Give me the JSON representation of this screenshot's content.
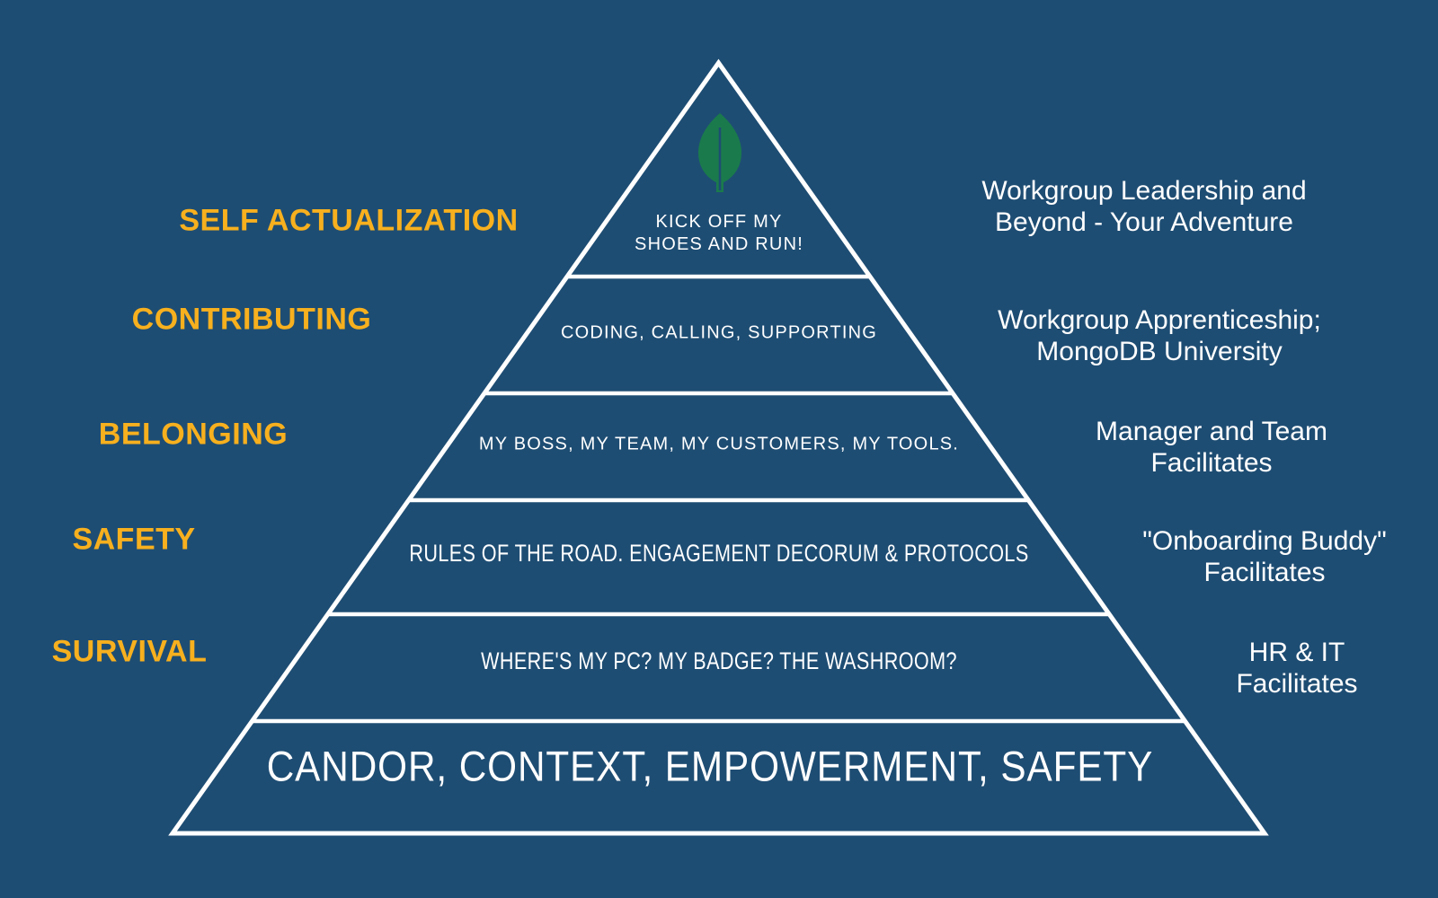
{
  "title": "Onboarding hierarchy of needs pyramid",
  "colors": {
    "background": "#1e4d73",
    "accent_yellow": "#f7b01e",
    "leaf_green": "#1a7a4c",
    "line_white": "#ffffff"
  },
  "icons": {
    "leaf": "mongodb-leaf-icon"
  },
  "levels": [
    {
      "name": "SELF ACTUALIZATION",
      "inside_line1": "KICK OFF MY",
      "inside_line2": "SHOES AND RUN!",
      "right_line1": "Workgroup Leadership and",
      "right_line2": "Beyond - Your Adventure"
    },
    {
      "name": "CONTRIBUTING",
      "inside": "CODING, CALLING, SUPPORTING",
      "right_line1": "Workgroup Apprenticeship;",
      "right_line2": "MongoDB University"
    },
    {
      "name": "BELONGING",
      "inside": "MY BOSS, MY TEAM, MY CUSTOMERS, MY TOOLS.",
      "right_line1": "Manager and Team",
      "right_line2": "Facilitates"
    },
    {
      "name": "SAFETY",
      "inside": "RULES OF THE ROAD. ENGAGEMENT DECORUM & PROTOCOLS",
      "right_line1": "\"Onboarding Buddy\"",
      "right_line2": "Facilitates"
    },
    {
      "name": "SURVIVAL",
      "inside": "WHERE'S MY PC? MY BADGE? THE WASHROOM?",
      "right_line1": "HR & IT",
      "right_line2": "Facilitates"
    }
  ],
  "base": {
    "text": "CANDOR, CONTEXT, EMPOWERMENT, SAFETY"
  }
}
